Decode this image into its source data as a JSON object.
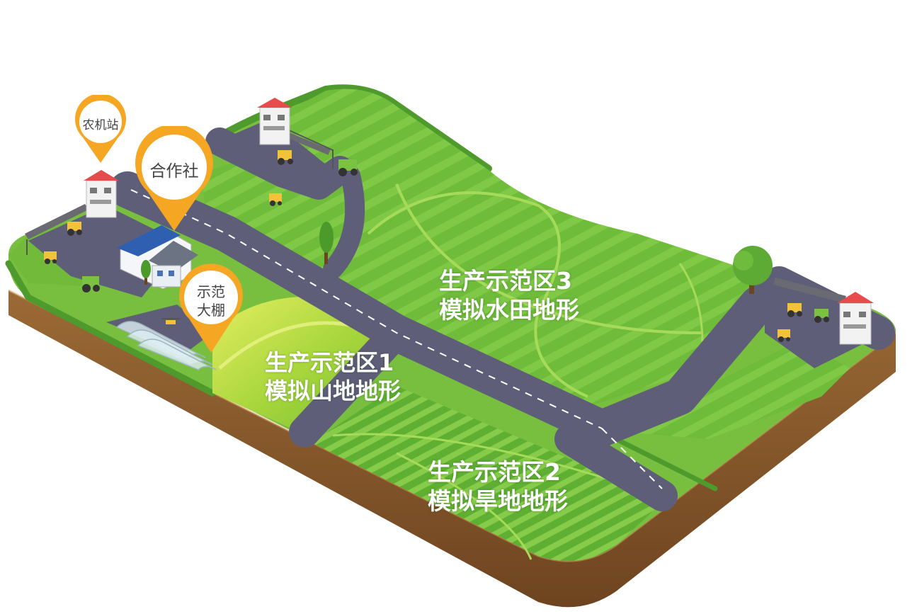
{
  "map": {
    "pins": {
      "machinery_station": "农机站",
      "cooperative": "合作社",
      "greenhouse_line1": "示范",
      "greenhouse_line2": "大棚"
    },
    "zones": {
      "zone1": {
        "title": "生产示范区1",
        "subtitle": "模拟山地地形"
      },
      "zone2": {
        "title": "生产示范区2",
        "subtitle": "模拟旱地地形"
      },
      "zone3": {
        "title": "生产示范区3",
        "subtitle": "模拟水田地形"
      }
    }
  },
  "colors": {
    "pin_orange": "#F5A623",
    "field_green": "#7CC242",
    "field_green_dark": "#5EA832",
    "road": "#5F5E78",
    "soil": "#8B5A2B"
  },
  "icons": [
    "pin-icon",
    "farm-station-building-icon",
    "tractor-icon",
    "house-icon",
    "greenhouse-icon",
    "tree-icon"
  ]
}
